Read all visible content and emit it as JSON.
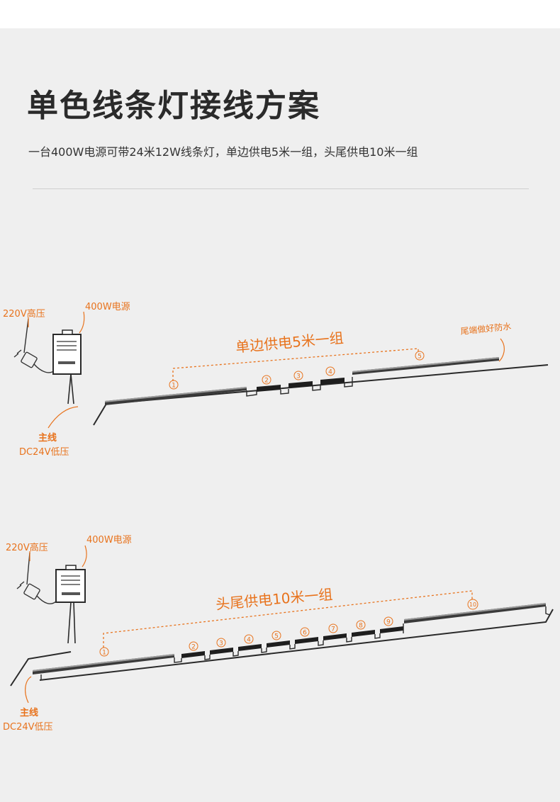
{
  "header": {
    "title": "单色线条灯接线方案",
    "subtitle": "一台400W电源可带24米12W线条灯，单边供电5米一组，头尾供电10米一组"
  },
  "colors": {
    "accent": "#e8731d",
    "line": "#2a2a2a",
    "background": "#efefef"
  },
  "diagram1": {
    "high_voltage_label": "220V高压",
    "power_supply_label": "400W电源",
    "group_label": "单边供电5米一组",
    "end_waterproof_label": "尾端做好防水",
    "main_line_label": "主线",
    "low_voltage_label": "DC24V低压",
    "markers": [
      "①",
      "②",
      "③",
      "④",
      "⑤"
    ]
  },
  "diagram2": {
    "high_voltage_label": "220V高压",
    "power_supply_label": "400W电源",
    "group_label": "头尾供电10米一组",
    "main_line_label": "主线",
    "low_voltage_label": "DC24V低压",
    "markers": [
      "①",
      "②",
      "③",
      "④",
      "⑤",
      "⑥",
      "⑦",
      "⑧",
      "⑨",
      "⑩"
    ]
  }
}
